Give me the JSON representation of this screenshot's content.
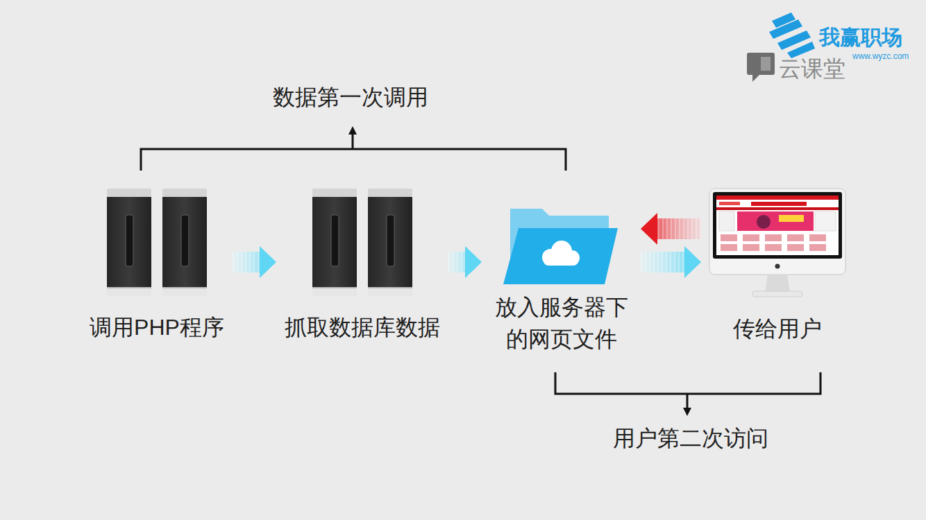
{
  "diagram": {
    "nodes": [
      {
        "text": [
          "调用PHP程序"
        ]
      },
      {
        "text": [
          "抓取数据库数据"
        ]
      },
      {
        "text": [
          "放入服务器下 的网页文件"
        ]
      },
      {
        "text": [
          "传给用户"
        ]
      }
    ],
    "edges": [
      {
        "from": 0,
        "to": 1,
        "arrow": "to"
      },
      {
        "from": 1,
        "to": 2,
        "arrow": "to"
      },
      {
        "from": 3,
        "to": 2,
        "arrow": "to"
      },
      {
        "from": 2,
        "to": 3,
        "arrow": "to"
      }
    ],
    "labels": [
      "数据第一次调用",
      "用户第二次访问",
      "我赢职场",
      "www.wyzc.com",
      "云课堂"
    ]
  }
}
